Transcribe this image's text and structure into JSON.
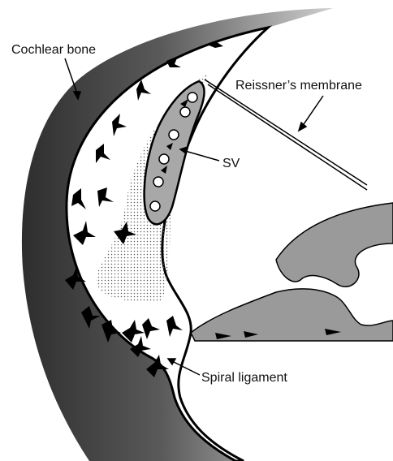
{
  "labels": {
    "cochlear_bone": "Cochlear bone",
    "reissners_membrane": "Reissner’s membrane",
    "stria_vascularis": "SV",
    "spiral_ligament": "Spiral ligament"
  },
  "colors": {
    "bone_dark": "#3a3a3a",
    "bone_light": "#c9c9c9",
    "ligament": "#ffffff",
    "stria": "#a8a8a8",
    "tissue_gray": "#9a9a9a",
    "outline": "#000000"
  },
  "icons": {
    "fibrocyte": "black-star-cell-icon",
    "capillary": "white-circle-icon"
  }
}
